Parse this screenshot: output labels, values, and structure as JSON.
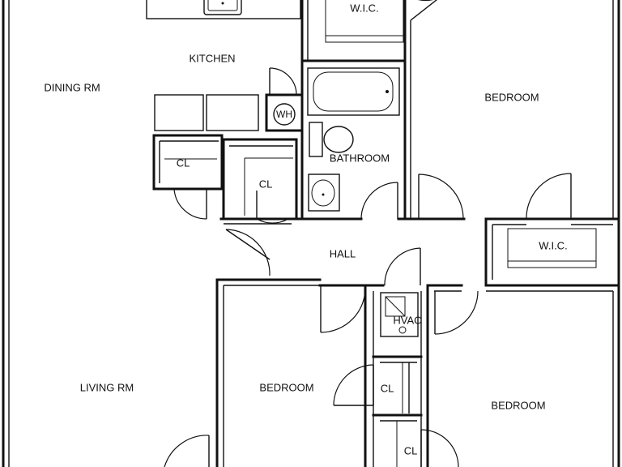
{
  "rooms": {
    "wic_top": "W.I.C.",
    "kitchen": "KITCHEN",
    "dining": "DINING RM",
    "bedroom_ne": "BEDROOM",
    "bathroom": "BATHROOM",
    "closet_kitchen_left": "CL",
    "closet_kitchen_right": "CL",
    "hall": "HALL",
    "wic_right": "W.I.C.",
    "hvac": "HVAC",
    "living": "LIVING RM",
    "bedroom_center": "BEDROOM",
    "closet_center": "CL",
    "bedroom_se": "BEDROOM",
    "closet_bottom": "CL"
  },
  "fixtures": {
    "water_heater": "WH"
  }
}
